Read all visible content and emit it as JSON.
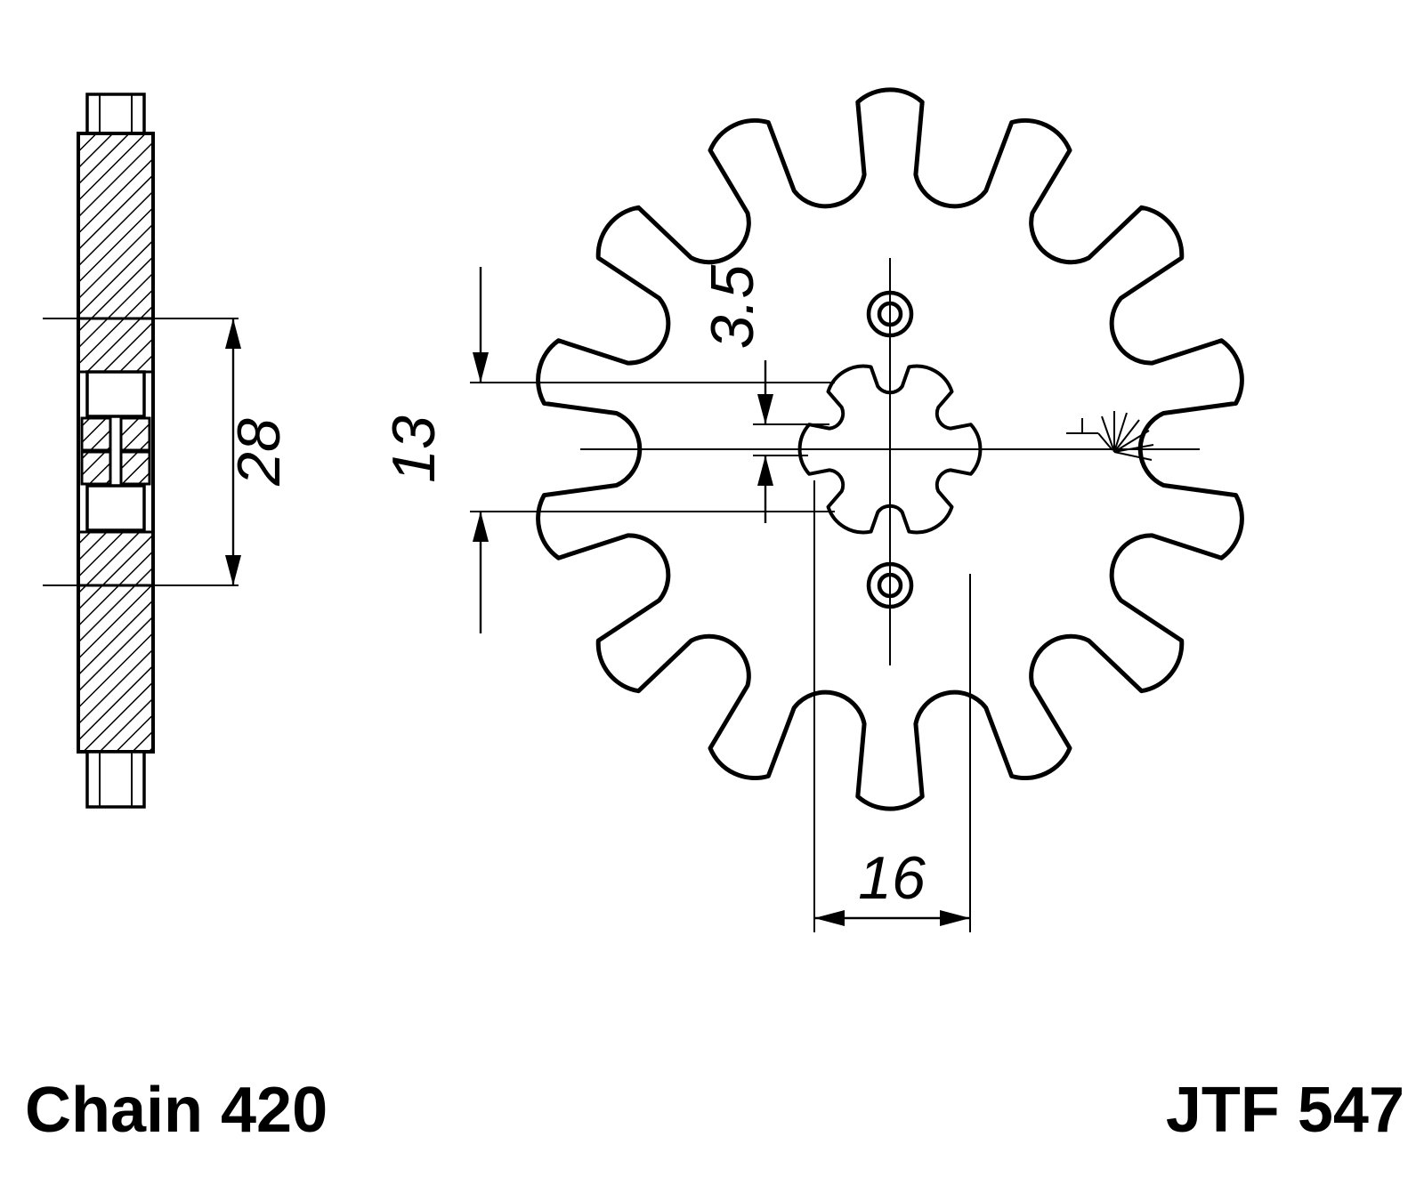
{
  "figure": {
    "type": "technical-drawing",
    "subject": "front-sprocket",
    "teeth": 14,
    "spline_lobes": 6,
    "bolt_holes": 2,
    "line_color": "#000000",
    "background": "#ffffff"
  },
  "dimensions": {
    "d28": "28",
    "d13": "13",
    "d3_5": "3.5",
    "d16": "16"
  },
  "labels": {
    "chain": "Chain 420",
    "part_number": "JTF 547"
  }
}
